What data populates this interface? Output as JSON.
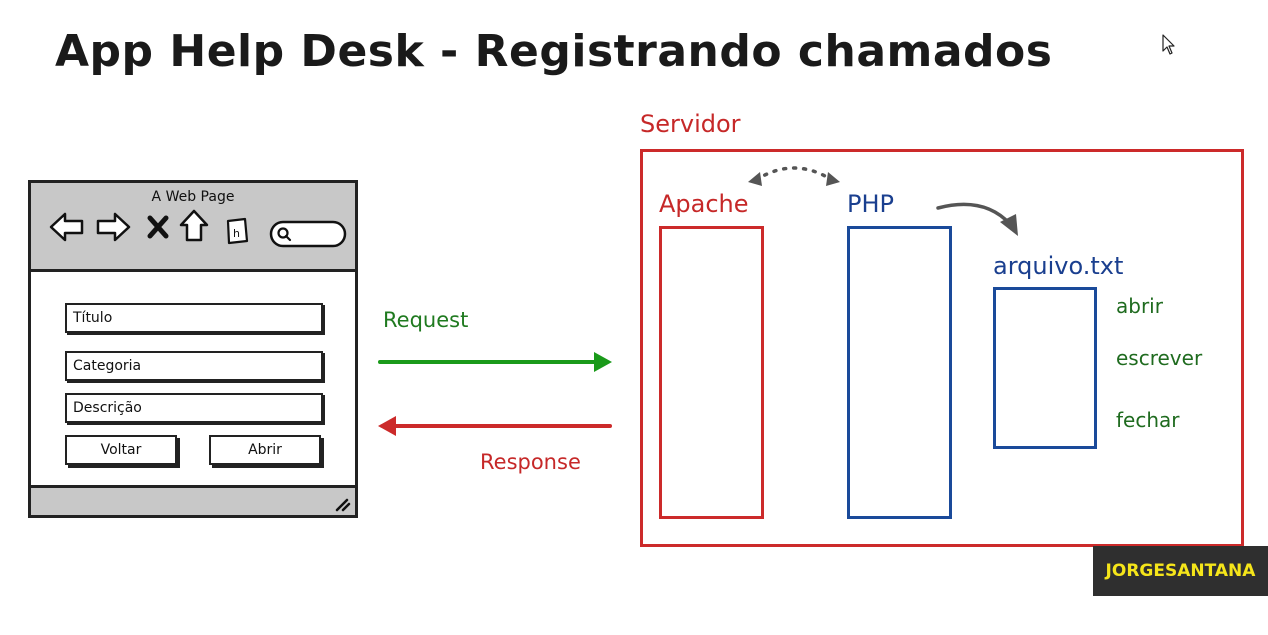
{
  "title": "App Help Desk - Registrando chamados",
  "browser": {
    "window_title": "A Web Page",
    "fields": [
      {
        "label": "Título"
      },
      {
        "label": "Categoria"
      },
      {
        "label": "Descrição"
      }
    ],
    "buttons": [
      {
        "label": "Voltar"
      },
      {
        "label": "Abrir"
      }
    ],
    "toolbar_icons": [
      "back-arrow-icon",
      "forward-arrow-icon",
      "close-icon",
      "home-icon",
      "bookmark-icon",
      "search-icon"
    ]
  },
  "flow": {
    "request_label": "Request",
    "response_label": "Response"
  },
  "server": {
    "label": "Servidor",
    "apache_label": "Apache",
    "php_label": "PHP",
    "file_label": "arquivo.txt",
    "file_operations": [
      "abrir",
      "escrever",
      "fechar"
    ]
  },
  "watermark": "JORGESANTANA",
  "colors": {
    "request": "#1a9a1a",
    "response": "#cc2a2a",
    "server": "#cc2a2a",
    "php": "#1a4a9a",
    "operations": "#1f6b1f"
  }
}
